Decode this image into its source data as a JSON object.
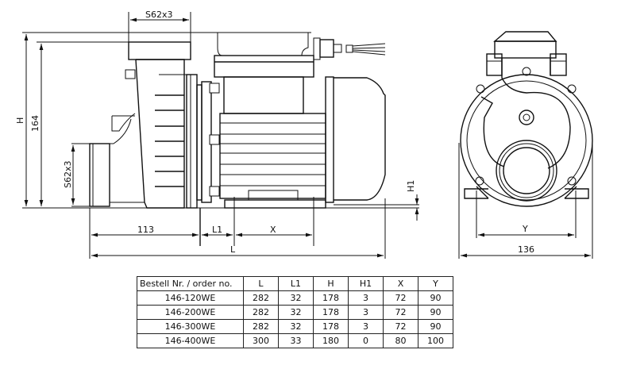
{
  "drawing": {
    "side_view": {
      "top_port_label": "S62x3",
      "inlet_port_label": "S62x3",
      "height_label": "H",
      "height_164_label": "164",
      "dim_113_label": "113",
      "dim_l1_label": "L1",
      "dim_x_label": "X",
      "dim_l_label": "L",
      "dim_h1_label": "H1"
    },
    "front_view": {
      "dim_y_label": "Y",
      "dim_136_label": "136"
    }
  },
  "table": {
    "headers": [
      "Bestell Nr. / order no.",
      "L",
      "L1",
      "H",
      "H1",
      "X",
      "Y"
    ],
    "rows": [
      [
        "146-120WE",
        "282",
        "32",
        "178",
        "3",
        "72",
        "90"
      ],
      [
        "146-200WE",
        "282",
        "32",
        "178",
        "3",
        "72",
        "90"
      ],
      [
        "146-300WE",
        "282",
        "32",
        "178",
        "3",
        "72",
        "90"
      ],
      [
        "146-400WE",
        "300",
        "33",
        "180",
        "0",
        "80",
        "100"
      ]
    ]
  }
}
